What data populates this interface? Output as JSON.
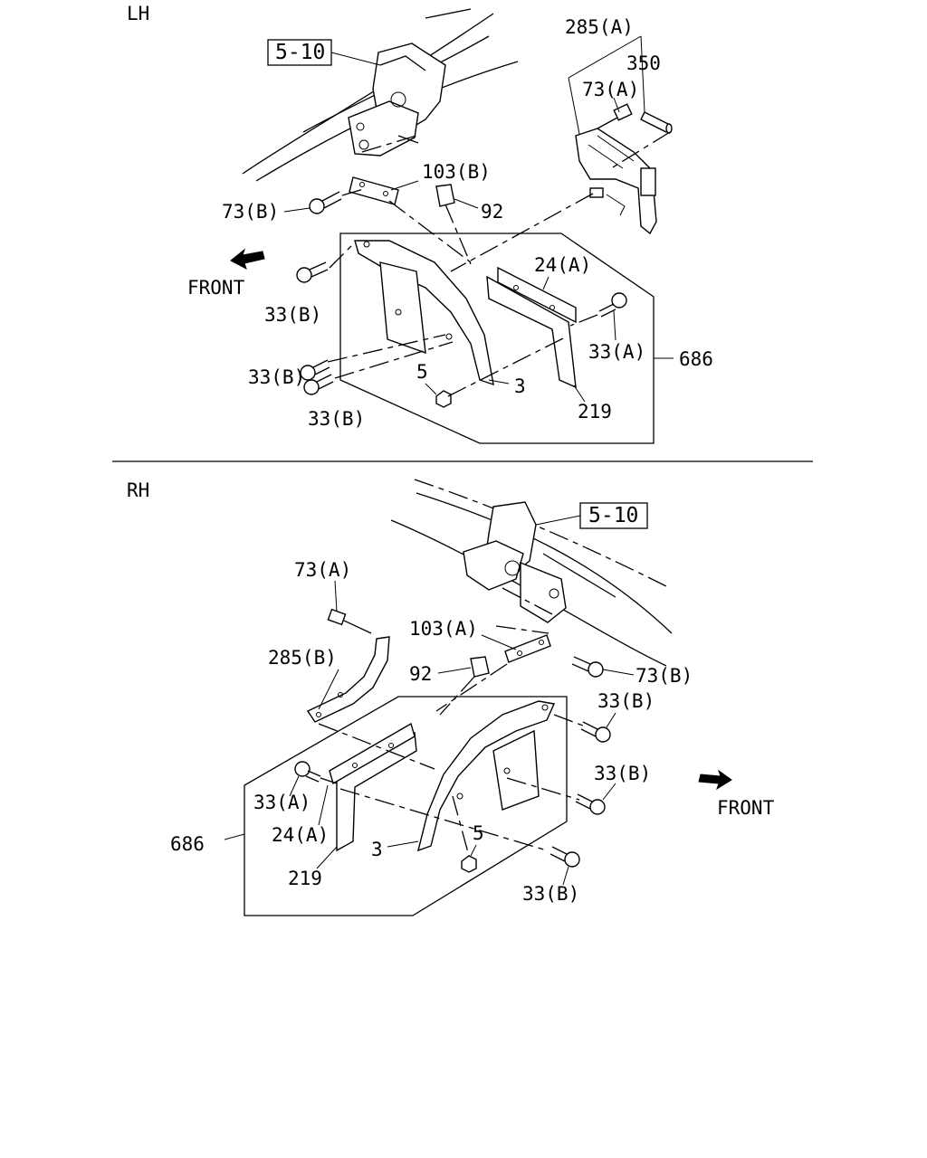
{
  "lh": {
    "side_label": "LH",
    "ref_box": "5-10",
    "front": "FRONT",
    "callouts": {
      "c285a": "285(A)",
      "c350": "350",
      "c73a": "73(A)",
      "c103b": "103(B)",
      "c73b": "73(B)",
      "c92": "92",
      "c24a": "24(A)",
      "c33b_1": "33(B)",
      "c33a": "33(A)",
      "c686": "686",
      "c33b_2": "33(B)",
      "c5": "5",
      "c3": "3",
      "c219": "219",
      "c33b_3": "33(B)"
    }
  },
  "rh": {
    "side_label": "RH",
    "ref_box": "5-10",
    "front": "FRONT",
    "callouts": {
      "c73a": "73(A)",
      "c103a": "103(A)",
      "c285b": "285(B)",
      "c92": "92",
      "c73b": "73(B)",
      "c33b_1": "33(B)",
      "c33b_2": "33(B)",
      "c33a": "33(A)",
      "c24a": "24(A)",
      "c686": "686",
      "c5": "5",
      "c3": "3",
      "c219": "219",
      "c33b_3": "33(B)"
    }
  }
}
